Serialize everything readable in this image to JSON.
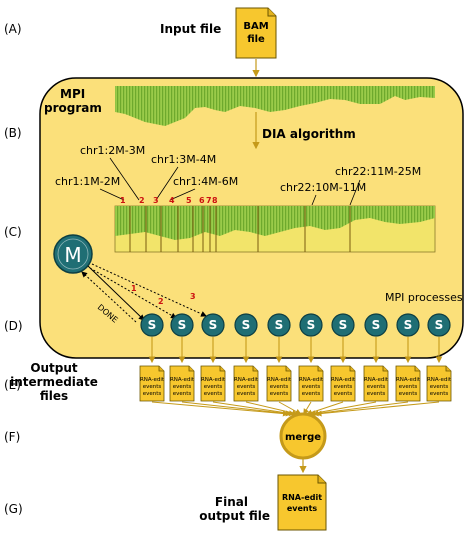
{
  "row_labels": [
    "(A)",
    "(B)",
    "(C)",
    "(D)",
    "(E)",
    "(F)",
    "(G)"
  ],
  "input": {
    "label": "Input file",
    "doc_line1": "BAM",
    "doc_line2": "file"
  },
  "mpi": {
    "title_line1": "MPI",
    "title_line2": "program",
    "algorithm": "DIA algorithm",
    "processes": "MPI processes"
  },
  "ranges": [
    "chr1:2M-3M",
    "chr1:3M-4M",
    "chr1:1M-2M",
    "chr1:4M-6M",
    "chr22:11M-25M",
    "chr22:10M-11M"
  ],
  "segments": [
    "1",
    "2",
    "3",
    "4",
    "5",
    "6",
    "7",
    "8"
  ],
  "master": {
    "letter": "M"
  },
  "slave": {
    "letter": "S"
  },
  "arrows": {
    "done": "DONE",
    "n1": "1",
    "n2": "2",
    "n3": "3"
  },
  "output": {
    "label_line1": "Output",
    "label_line2": "intermediate",
    "label_line3": "files",
    "doc_line1": "RNA-edit",
    "doc_line2": "events",
    "doc_line3": "events"
  },
  "merge": {
    "label": "merge"
  },
  "final": {
    "label_line1": "Final",
    "label_line2": "output file",
    "doc_line1": "RNA-edit",
    "doc_line2": "events"
  },
  "colors": {
    "panel": "#fbe07a",
    "doc": "#f7c72e",
    "node": "#1f6e74",
    "coverage": "#8cc43c",
    "arrow": "#c59a1a"
  }
}
